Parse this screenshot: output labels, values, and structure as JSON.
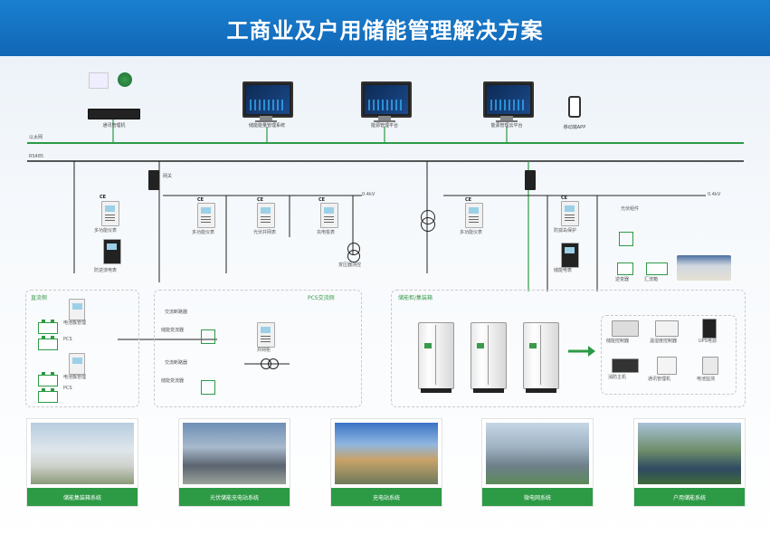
{
  "header": {
    "title": "工商业及户用储能管理解决方案"
  },
  "top_devices": [
    {
      "label": "通讯管理机"
    },
    {
      "label": "储能能量管理系统"
    },
    {
      "label": "能源管理平台"
    },
    {
      "label": "能源管理云平台"
    },
    {
      "label": "移动端APP"
    }
  ],
  "bus": {
    "ethernet": "以太网",
    "rs485": "RS485"
  },
  "left_panel": {
    "gateway_label": "网关",
    "meter_labels": [
      "多功能仪表",
      "防逆流电表",
      "多功能仪表",
      "光伏并网表",
      "充电桩表",
      "变压器测控"
    ],
    "bus_label_left": "0.4kV",
    "bus_label_right": "0.4kV"
  },
  "dc_section": {
    "title": "直流侧",
    "labels": [
      "电池簇管理",
      "PCS",
      "电池簇管理",
      "PCS"
    ]
  },
  "ac_section": {
    "title": "PCS交流侧",
    "labels": [
      "交流断路器",
      "储能变流器",
      "交流断路器",
      "储能变流器",
      "并网柜"
    ]
  },
  "storage_section": {
    "title": "储能柜/集装箱",
    "devices": [
      "储能控制器",
      "温湿度控制器",
      "UPS电源",
      "消防主机",
      "通讯管理机",
      "电池监测"
    ]
  },
  "right_panel": {
    "pv_label": "光伏组件",
    "labels": [
      "多功能仪表",
      "防孤岛保护",
      "储能电表",
      "逆变器",
      "汇流箱"
    ]
  },
  "scenarios": [
    {
      "label": "储能集装箱系统"
    },
    {
      "label": "光伏储能充电站系统"
    },
    {
      "label": "充电站系统"
    },
    {
      "label": "微电网系统"
    },
    {
      "label": "户用储能系统"
    }
  ]
}
